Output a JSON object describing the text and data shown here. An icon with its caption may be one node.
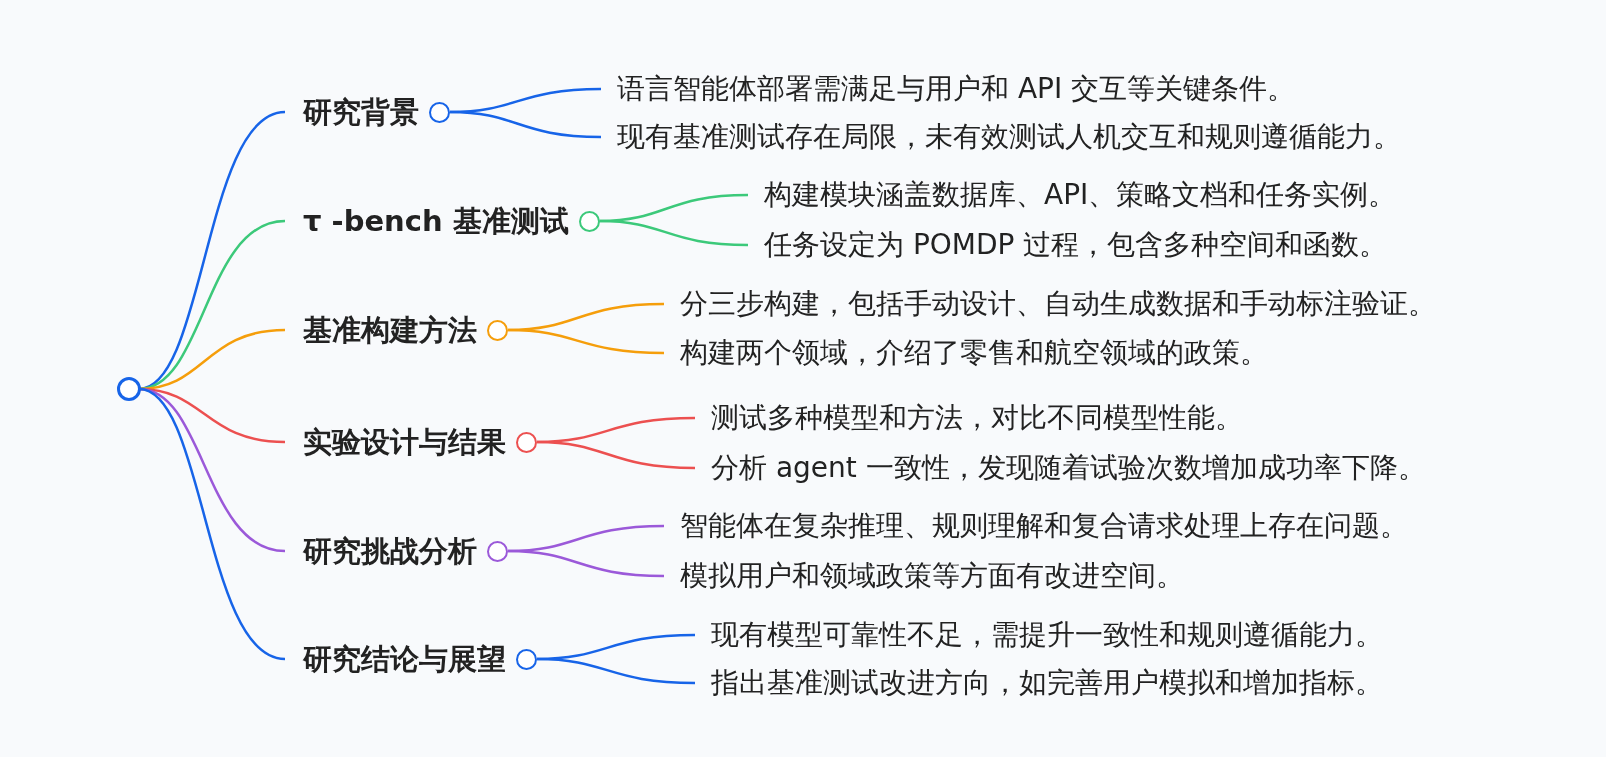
{
  "diagram": {
    "nodes": [
      {
        "text": [],
        "shape": "circle"
      },
      {
        "text": [
          "研究背景"
        ]
      },
      {
        "text": [
          "语言智能体部署需满足与用户和 API 交互等关键条件。"
        ]
      },
      {
        "text": [
          "现有基准测试存在局限，未有效测试人机交互和规则遵循能力。"
        ]
      },
      {
        "text": [
          "τ -bench 基准测试"
        ]
      },
      {
        "text": [
          "构建模块涵盖数据库、API、策略文档和任务实例。"
        ]
      },
      {
        "text": [
          "任务设定为 POMDP 过程，包含多种空间和函数。"
        ]
      },
      {
        "text": [
          "基准构建方法"
        ]
      },
      {
        "text": [
          "分三步构建，包括手动设计、自动生成数据和手动标注验证。"
        ]
      },
      {
        "text": [
          "构建两个领域，介绍了零售和航空领域的政策。"
        ]
      },
      {
        "text": [
          "实验设计与结果"
        ]
      },
      {
        "text": [
          "测试多种模型和方法，对比不同模型性能。"
        ]
      },
      {
        "text": [
          "分析 agent 一致性，发现随着试验次数增加成功率下降。"
        ]
      },
      {
        "text": [
          "研究挑战分析"
        ]
      },
      {
        "text": [
          "智能体在复杂推理、规则理解和复合请求处理上存在问题。"
        ]
      },
      {
        "text": [
          "模拟用户和领域政策等方面有改进空间。"
        ]
      },
      {
        "text": [
          "研究结论与展望"
        ]
      },
      {
        "text": [
          "现有模型可靠性不足，需提升一致性和规则遵循能力。"
        ]
      },
      {
        "text": [
          "指出基准测试改进方向，如完善用户模拟和增加指标。"
        ]
      }
    ],
    "edges": [
      {
        "from": 0,
        "to": 1,
        "arrow": "none"
      },
      {
        "from": 1,
        "to": 2,
        "arrow": "none"
      },
      {
        "from": 1,
        "to": 3,
        "arrow": "none"
      },
      {
        "from": 0,
        "to": 4,
        "arrow": "none",
        "color": "#3cc97a"
      },
      {
        "from": 4,
        "to": 5,
        "arrow": "none",
        "color": "#3cc97a"
      },
      {
        "from": 4,
        "to": 6,
        "arrow": "none",
        "color": "#3cc97a"
      },
      {
        "from": 0,
        "to": 7,
        "arrow": "none",
        "color": "#f59e0b"
      },
      {
        "from": 7,
        "to": 8,
        "arrow": "none",
        "color": "#f59e0b"
      },
      {
        "from": 7,
        "to": 9,
        "arrow": "none",
        "color": "#f59e0b"
      },
      {
        "from": 0,
        "to": 10,
        "arrow": "none",
        "color": "#ec5050"
      },
      {
        "from": 10,
        "to": 11,
        "arrow": "none",
        "color": "#ec5050"
      },
      {
        "from": 10,
        "to": 12,
        "arrow": "none",
        "color": "#ec5050"
      },
      {
        "from": 0,
        "to": 13,
        "arrow": "none",
        "color": "#9b59d9"
      },
      {
        "from": 13,
        "to": 14,
        "arrow": "none",
        "color": "#9b59d9"
      },
      {
        "from": 13,
        "to": 15,
        "arrow": "none",
        "color": "#9b59d9"
      },
      {
        "from": 0,
        "to": 16,
        "arrow": "none"
      },
      {
        "from": 16,
        "to": 17,
        "arrow": "none"
      },
      {
        "from": 16,
        "to": 18,
        "arrow": "none"
      }
    ]
  }
}
